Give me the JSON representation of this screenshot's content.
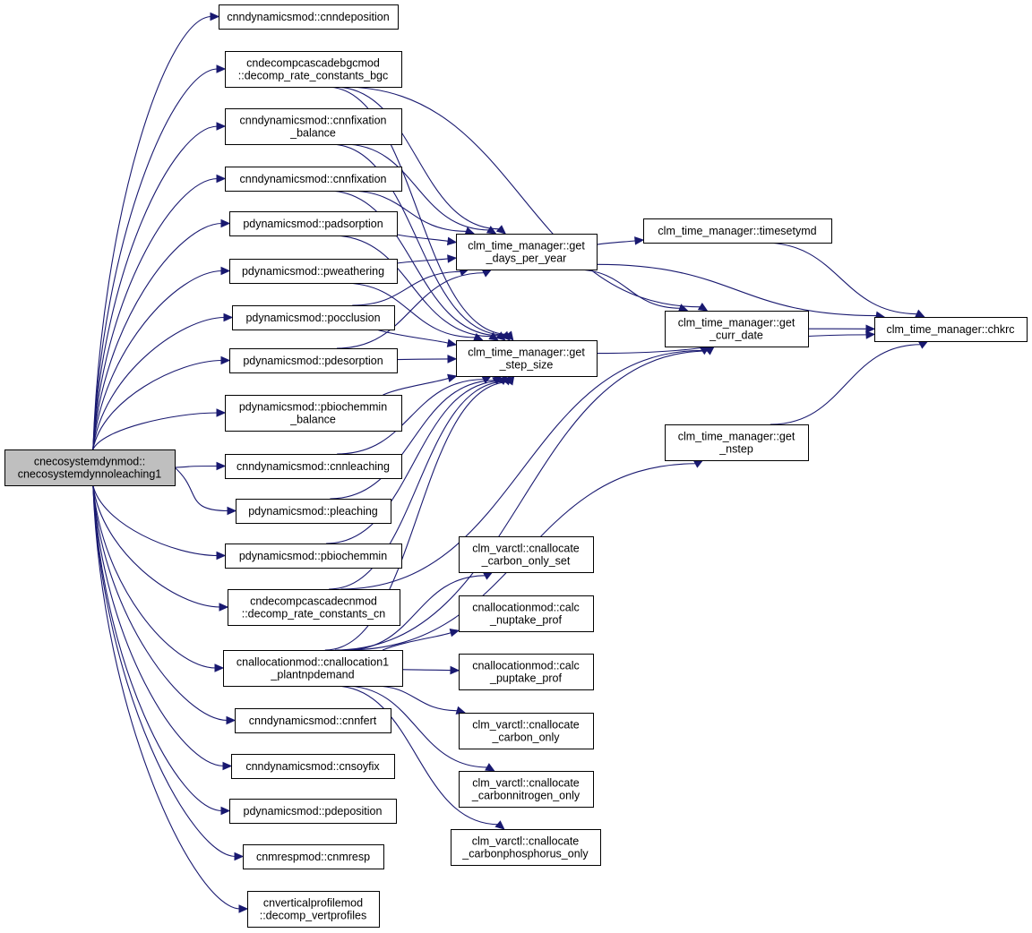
{
  "colors": {
    "edge": "#191970",
    "root_fill": "#bfbfbf",
    "node_fill": "#ffffff",
    "node_border": "#000000"
  },
  "nodes": [
    {
      "id": "root",
      "lines": [
        "cnecosystemdynmod::",
        "cnecosystemdynnoleaching1"
      ],
      "root": true
    },
    {
      "id": "cnndeposition",
      "lines": [
        "cnndynamicsmod::cnndeposition"
      ]
    },
    {
      "id": "decomp_bgc",
      "lines": [
        "cndecompcascadebgcmod",
        "::decomp_rate_constants_bgc"
      ]
    },
    {
      "id": "cnnfix_bal",
      "lines": [
        "cnndynamicsmod::cnnfixation",
        "_balance"
      ]
    },
    {
      "id": "cnnfix",
      "lines": [
        "cnndynamicsmod::cnnfixation"
      ]
    },
    {
      "id": "padsorption",
      "lines": [
        "pdynamicsmod::padsorption"
      ]
    },
    {
      "id": "pweathering",
      "lines": [
        "pdynamicsmod::pweathering"
      ]
    },
    {
      "id": "pocclusion",
      "lines": [
        "pdynamicsmod::pocclusion"
      ]
    },
    {
      "id": "pdesorption",
      "lines": [
        "pdynamicsmod::pdesorption"
      ]
    },
    {
      "id": "pbiochem_bal",
      "lines": [
        "pdynamicsmod::pbiochemmin",
        "_balance"
      ]
    },
    {
      "id": "cnnleaching",
      "lines": [
        "cnndynamicsmod::cnnleaching"
      ]
    },
    {
      "id": "pleaching",
      "lines": [
        "pdynamicsmod::pleaching"
      ]
    },
    {
      "id": "pbiochemmin",
      "lines": [
        "pdynamicsmod::pbiochemmin"
      ]
    },
    {
      "id": "decomp_cn",
      "lines": [
        "cndecompcascadecnmod",
        "::decomp_rate_constants_cn"
      ]
    },
    {
      "id": "cnalloc1",
      "lines": [
        "cnallocationmod::cnallocation1",
        "_plantnpdemand"
      ]
    },
    {
      "id": "cnnfert",
      "lines": [
        "cnndynamicsmod::cnnfert"
      ]
    },
    {
      "id": "cnsoyfix",
      "lines": [
        "cnndynamicsmod::cnsoyfix"
      ]
    },
    {
      "id": "pdeposition",
      "lines": [
        "pdynamicsmod::pdeposition"
      ]
    },
    {
      "id": "cnmresp",
      "lines": [
        "cnmrespmod::cnmresp"
      ]
    },
    {
      "id": "vertprof",
      "lines": [
        "cnverticalprofilemod",
        "::decomp_vertprofiles"
      ]
    },
    {
      "id": "days_per_year",
      "lines": [
        "clm_time_manager::get",
        "_days_per_year"
      ]
    },
    {
      "id": "step_size",
      "lines": [
        "clm_time_manager::get",
        "_step_size"
      ]
    },
    {
      "id": "timesetymd",
      "lines": [
        "clm_time_manager::timesetymd"
      ]
    },
    {
      "id": "curr_date",
      "lines": [
        "clm_time_manager::get",
        "_curr_date"
      ]
    },
    {
      "id": "chkrc",
      "lines": [
        "clm_time_manager::chkrc"
      ]
    },
    {
      "id": "nstep",
      "lines": [
        "clm_time_manager::get",
        "_nstep"
      ]
    },
    {
      "id": "carbon_only_set",
      "lines": [
        "clm_varctl::cnallocate",
        "_carbon_only_set"
      ]
    },
    {
      "id": "nuptake",
      "lines": [
        "cnallocationmod::calc",
        "_nuptake_prof"
      ]
    },
    {
      "id": "puptake",
      "lines": [
        "cnallocationmod::calc",
        "_puptake_prof"
      ]
    },
    {
      "id": "carbon_only",
      "lines": [
        "clm_varctl::cnallocate",
        "_carbon_only"
      ]
    },
    {
      "id": "cn_only",
      "lines": [
        "clm_varctl::cnallocate",
        "_carbonnitrogen_only"
      ]
    },
    {
      "id": "cp_only",
      "lines": [
        "clm_varctl::cnallocate",
        "_carbonphosphorus_only"
      ]
    }
  ]
}
